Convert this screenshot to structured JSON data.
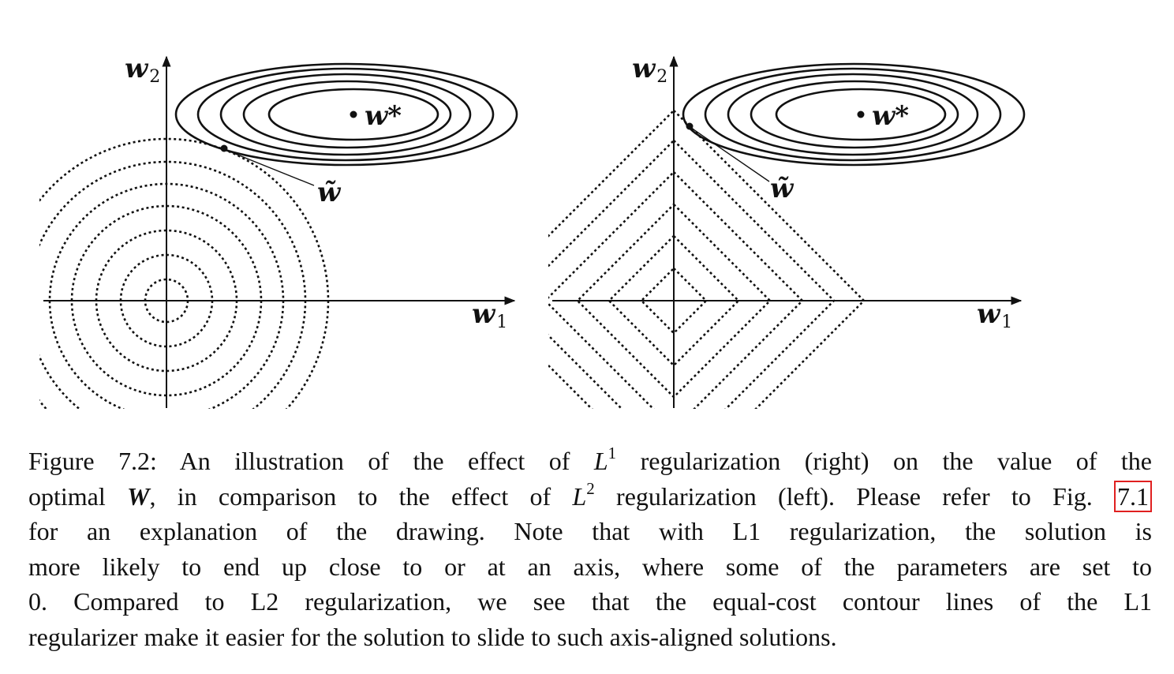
{
  "figure": {
    "left_panel": {
      "axis_x_label": "w",
      "axis_x_sub": "1",
      "axis_y_label": "w",
      "axis_y_sub": "2",
      "optimum_label": "w*",
      "solution_label": "w̃"
    },
    "right_panel": {
      "axis_x_label": "w",
      "axis_x_sub": "1",
      "axis_y_label": "w",
      "axis_y_sub": "2",
      "optimum_label": "w*",
      "solution_label": "w̃"
    }
  },
  "caption": {
    "line1_a": "Figure 7.2:  An illustration of the effect of ",
    "line1_L": "L",
    "line1_sup": "1",
    "line1_b": " regularization (right) on the value of the",
    "line2_a": "optimal ",
    "line2_W": "W",
    "line2_b": ", in comparison to the effect of ",
    "line2_L": "L",
    "line2_sup": "2",
    "line2_c": " regularization (left). Please refer to Fig. ",
    "line2_ref": "7.1",
    "line3": "for an explanation of the drawing.  Note that with L1 regularization, the solution is",
    "line4": "more likely to end up close to or at an axis, where some of the parameters are set to",
    "line5": "0.  Compared to L2 regularization, we see that the equal-cost contour lines of the L1",
    "line6": "regularizer make it easier for the solution to slide to such axis-aligned solutions."
  },
  "colors": {
    "ink": "#111111",
    "ref_box": "#e02020"
  }
}
